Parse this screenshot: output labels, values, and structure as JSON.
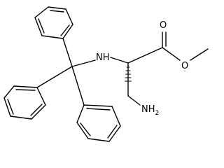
{
  "molecule": {
    "atom_labels": {
      "amine_nh": "NH",
      "ester_carbonyl_o": "O",
      "ester_ether_o": "O",
      "primary_amine": "NH",
      "primary_amine_subscript": "2"
    }
  }
}
